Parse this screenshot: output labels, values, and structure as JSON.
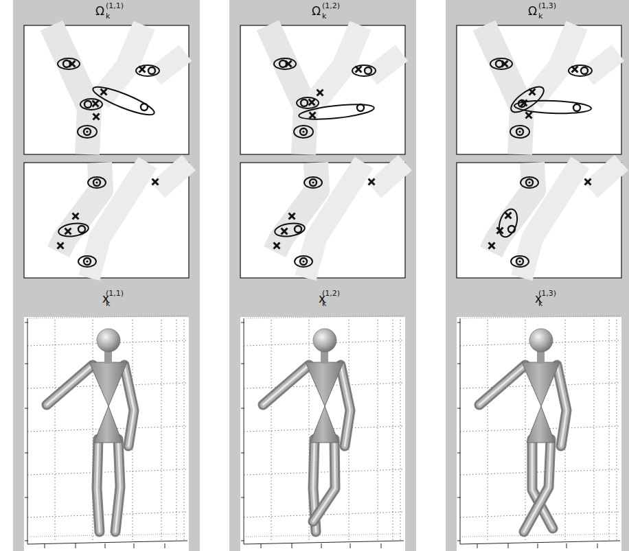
{
  "diagram": {
    "labels": [
      "Ω",
      "k",
      "(1,1)",
      "Ω",
      "k",
      "(1,2)",
      "Ω",
      "k",
      "(1,3)",
      "x",
      "k",
      "(1,1)",
      "x",
      "k",
      "(1,2)",
      "x",
      "k",
      "(1,3)"
    ]
  }
}
